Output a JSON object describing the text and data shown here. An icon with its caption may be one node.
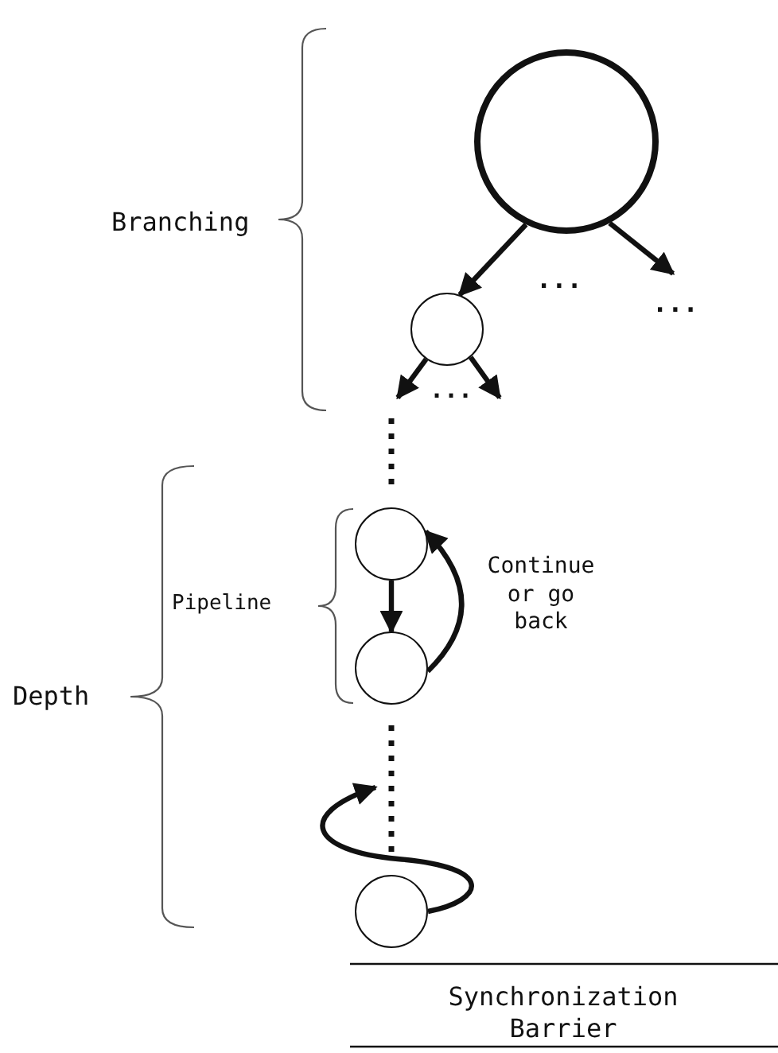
{
  "diagram": {
    "nodes": [
      {
        "text": [],
        "shape": "circle"
      },
      {
        "text": [],
        "shape": "circle"
      },
      {
        "text": [],
        "shape": "circle"
      },
      {
        "text": [],
        "shape": "circle"
      },
      {
        "text": [],
        "shape": "circle"
      }
    ],
    "edges": [
      {
        "from": 0,
        "to": 1,
        "arrow": "to"
      },
      {
        "from": 0,
        "to": null,
        "arrow": "to"
      },
      {
        "from": 1,
        "to": null,
        "arrow": "to"
      },
      {
        "from": 1,
        "to": null,
        "arrow": "to"
      },
      {
        "from": 2,
        "to": 3,
        "arrow": "to"
      },
      {
        "from": 3,
        "to": 2,
        "arrow": "to",
        "label": "Continue or go back"
      },
      {
        "from": 4,
        "to": null,
        "arrow": "to"
      }
    ],
    "labels": [
      "Branching",
      "...",
      "...",
      "...",
      "Pipeline",
      "Depth",
      "Synchronization Barrier"
    ]
  }
}
